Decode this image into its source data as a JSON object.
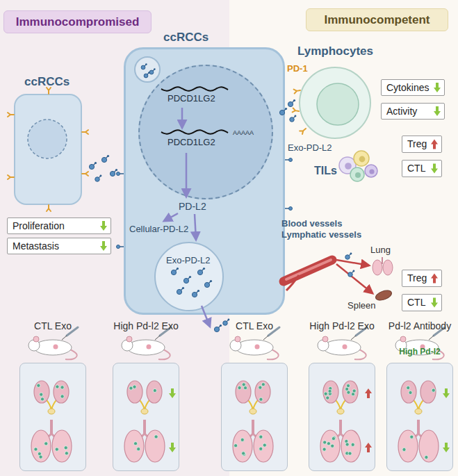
{
  "diagram": {
    "nodes": [
      {
        "text": [
          "Immunocompromised"
        ]
      },
      {
        "text": [
          "Immunocompetent"
        ]
      },
      {
        "text": [
          "ccRCCs"
        ]
      },
      {
        "text": [
          "PDCD1LG2",
          "PDCD1LG2",
          "AAAAA"
        ],
        "in": 2
      },
      {
        "text": [
          "Exo-PD-L2"
        ],
        "in": 2
      },
      {
        "text": [
          "ccRCCs"
        ]
      },
      {
        "text": [
          "Proliferation"
        ]
      },
      {
        "text": [
          "Metastasis"
        ]
      },
      {
        "text": [
          "Lymphocytes"
        ]
      },
      {
        "text": [
          "Cytokines"
        ]
      },
      {
        "text": [
          "Activity"
        ]
      },
      {
        "text": [
          "Treg"
        ]
      },
      {
        "text": [
          "CTL"
        ]
      },
      {
        "text": [
          "Treg"
        ]
      },
      {
        "text": [
          "CTL"
        ]
      },
      {
        "text": [
          "CTL Exo"
        ]
      },
      {
        "text": [
          "High Pd-l2 Exo"
        ]
      },
      {
        "text": [
          "CTL Exo"
        ]
      },
      {
        "text": [
          "High Pd-l2 Exo"
        ]
      },
      {
        "text": [
          "Pd-l2 Antibody",
          "High Pd-l2"
        ]
      }
    ],
    "labels": [
      "PD-L2",
      "Cellular-PD-L2",
      "PD-1",
      "Exo-PD-L2",
      "TILs",
      "Blood vessels Lymphatic vessels",
      "Lung",
      "Spleen"
    ]
  }
}
